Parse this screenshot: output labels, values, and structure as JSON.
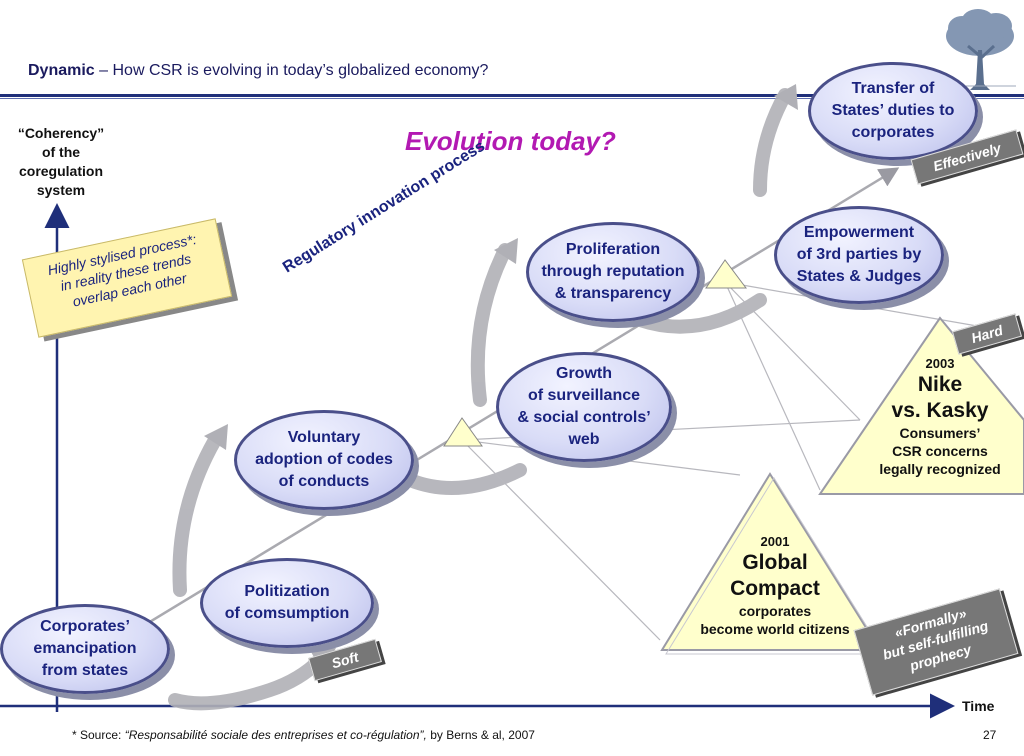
{
  "header": {
    "title_bold": "Dynamic",
    "title_rest": " – How CSR is evolving in today’s globalized economy?"
  },
  "axis": {
    "y_label": "“Coherency” of the coregulation system",
    "y_label_lines": [
      "“Coherency”",
      "of the",
      "coregulation",
      "system"
    ],
    "x_label": "Time"
  },
  "heading": "Evolution today?",
  "process_label": "Regulatory innovation process",
  "note": {
    "lines": [
      "Highly stylised process*:",
      "in reality these trends",
      "overlap each other"
    ]
  },
  "stages": [
    {
      "id": "corporates",
      "lines": [
        "Corporates’",
        "emancipation",
        "from states"
      ]
    },
    {
      "id": "politization",
      "lines": [
        "Politization",
        "of comsumption"
      ]
    },
    {
      "id": "voluntary",
      "lines": [
        "Voluntary",
        "adoption of codes",
        "of conducts"
      ]
    },
    {
      "id": "growth",
      "lines": [
        "Growth",
        "of surveillance",
        "& social controls’",
        "web"
      ]
    },
    {
      "id": "proliferation",
      "lines": [
        "Proliferation",
        "through reputation",
        "& transparency"
      ]
    },
    {
      "id": "empowerment",
      "lines": [
        "Empowerment",
        "of 3rd parties by",
        "States & Judges"
      ]
    },
    {
      "id": "transfer",
      "lines": [
        "Transfer of",
        "States’ duties to",
        "corporates"
      ]
    }
  ],
  "events": {
    "global_compact": {
      "year": "2001",
      "title_lines": [
        "Global",
        "Compact"
      ],
      "sub_lines": [
        "corporates",
        "become world citizens"
      ]
    },
    "nike": {
      "year": "2003",
      "title_lines": [
        "Nike",
        "vs. Kasky"
      ],
      "sub_lines": [
        "Consumers’",
        "CSR concerns",
        "legally recognized"
      ]
    }
  },
  "tags": {
    "soft": "Soft",
    "hard": "Hard",
    "effectively": "Effectively",
    "formally_lines": [
      "«Formally»",
      "but self-fulfilling",
      "prophecy"
    ]
  },
  "footer": {
    "source_prefix": "* Source: ",
    "source_title": "“Responsabilité sociale des entreprises et co-régulation”,",
    "source_suffix": " by Berns & al, 2007",
    "page": "27"
  },
  "colors": {
    "title": "#1a1a5e",
    "heading": "#b219b2",
    "ellipse_fill": "#d9dcf7",
    "ellipse_border": "#4a4f8a",
    "triangle_fill": "#ffffcc",
    "tag_fill": "#777777",
    "note_fill": "#fff4b0",
    "axis": "#1f2f7a"
  },
  "icons": {
    "logo": "tree-logo-icon"
  }
}
